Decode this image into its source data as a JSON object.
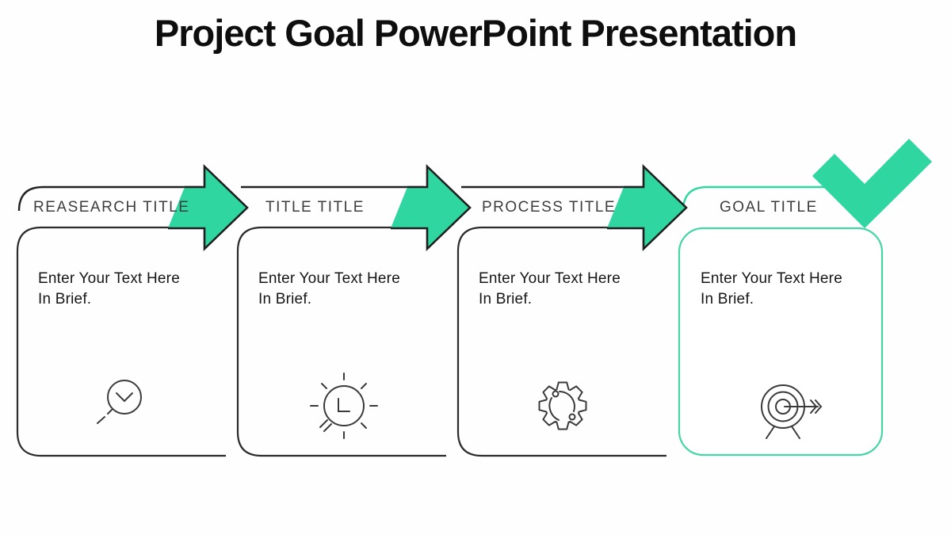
{
  "slide": {
    "title": "Project Goal PowerPoint Presentation"
  },
  "sections": [
    {
      "title": "REASEARCH TITLE",
      "body": "Enter Your Text Here In Brief.",
      "icon": "magnifier-chevron-icon"
    },
    {
      "title": "TITLE TITLE",
      "body": "Enter Your Text Here In Brief.",
      "icon": "lightbulb-clock-icon"
    },
    {
      "title": "PROCESS TITLE",
      "body": "Enter Your Text Here In Brief.",
      "icon": "gear-process-icon"
    },
    {
      "title": "GOAL TITLE",
      "body": "Enter Your Text Here In Brief.",
      "icon": "target-arrow-icon"
    }
  ],
  "decorations": {
    "arrow_count": 3,
    "checkmark": "check-mark on final goal stage"
  },
  "colors": {
    "accent_green": "#2FD6A0",
    "goal_card_border_green": "#46D6A4",
    "dark_outline": "#222222",
    "header_text": "#3E3E3E",
    "body_text": "#161616",
    "title_text": "#0E0E0E",
    "background": "#FEFEFE"
  }
}
